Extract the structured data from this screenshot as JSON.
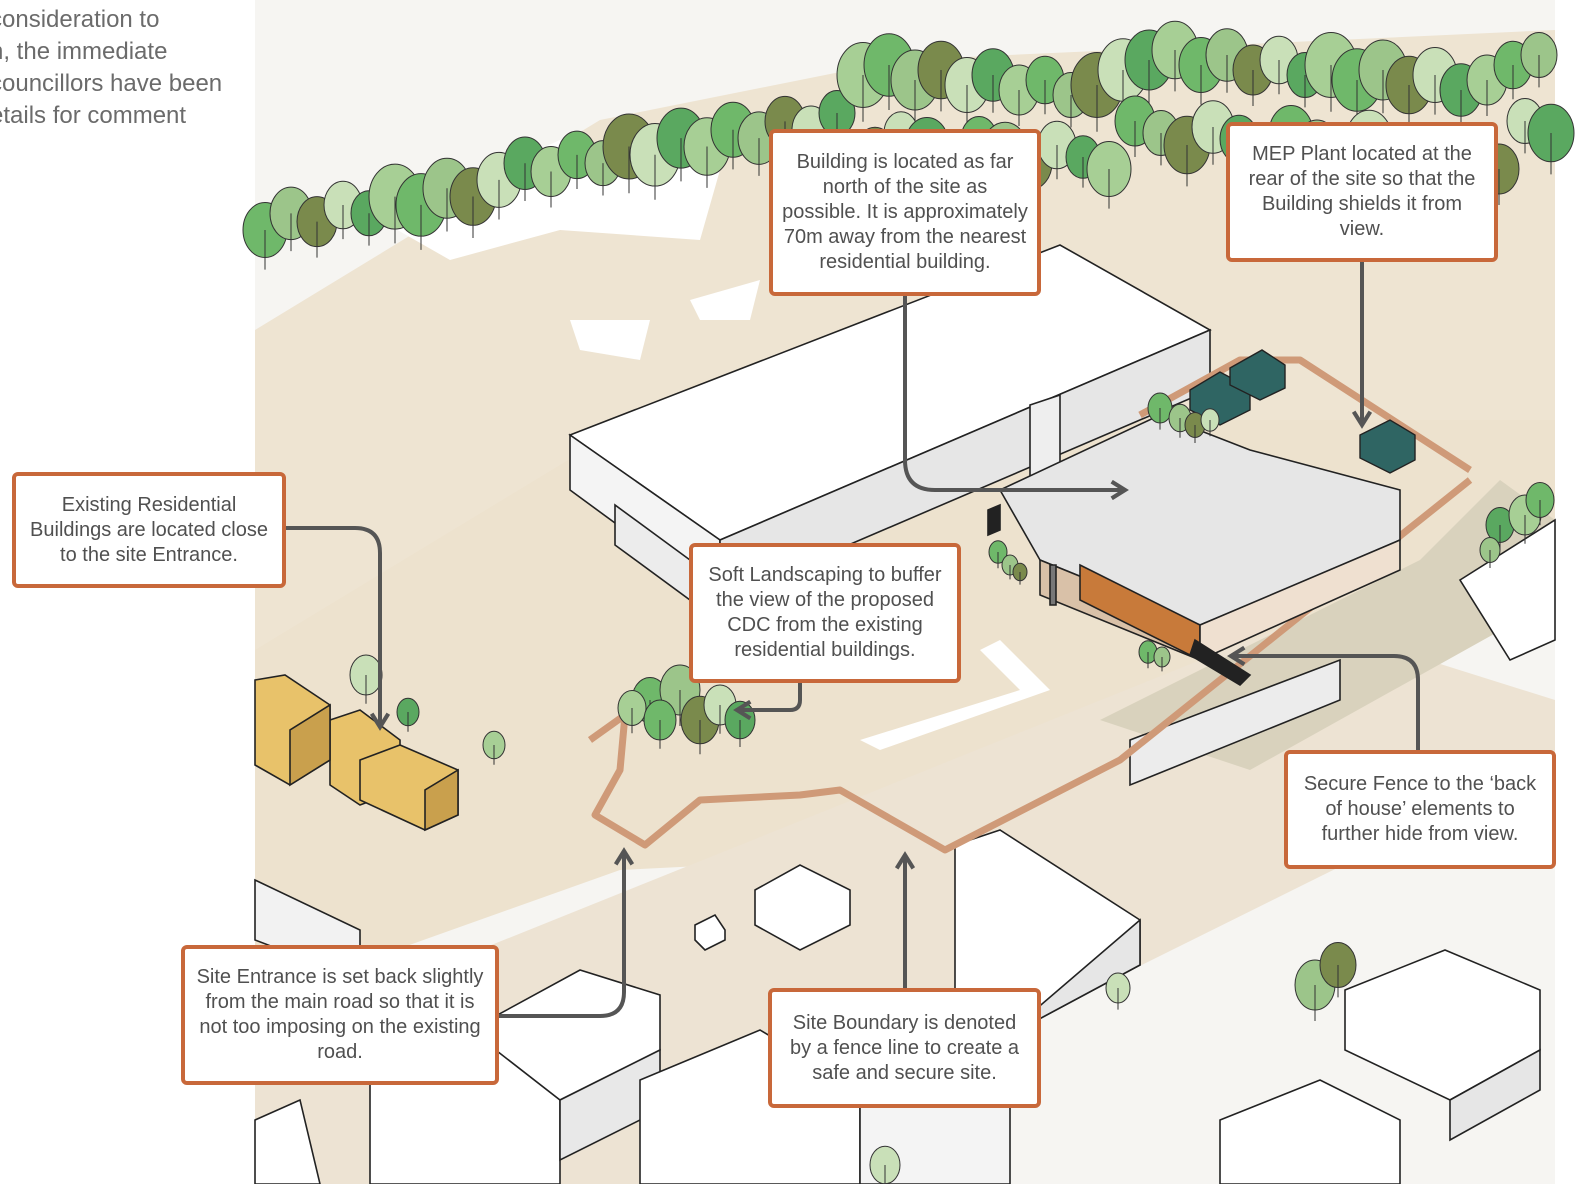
{
  "intro_text": "consideration to\nn, the immediate\ncouncillors have been\netails for comment",
  "callouts": {
    "building_location": "Building is located as far north of the site as possible. It is approximately 70m away from the nearest residential building.",
    "mep_plant": "MEP Plant located at the rear of the site so that the Building shields it from view.",
    "existing_residential": "Existing Residential Buildings are located close to the site Entrance.",
    "soft_landscaping": "Soft Landscaping to buffer the view of the proposed CDC from the existing residential buildings.",
    "secure_fence": "Secure Fence to the ‘back of house’ elements to further hide from view.",
    "site_entrance": "Site Entrance is set back slightly from the main road so that it is not too imposing on the existing road.",
    "site_boundary": "Site Boundary is denoted by a fence line to create a safe and secure site."
  },
  "colors": {
    "callout_border": "#c8683a",
    "arrow": "#555555",
    "ground_beige": "#ede2d0",
    "fence": "#cf9a78",
    "residential_yellow": "#e8c26a",
    "mep_teal": "#2f6563",
    "cdc_orange": "#c87a3a"
  }
}
